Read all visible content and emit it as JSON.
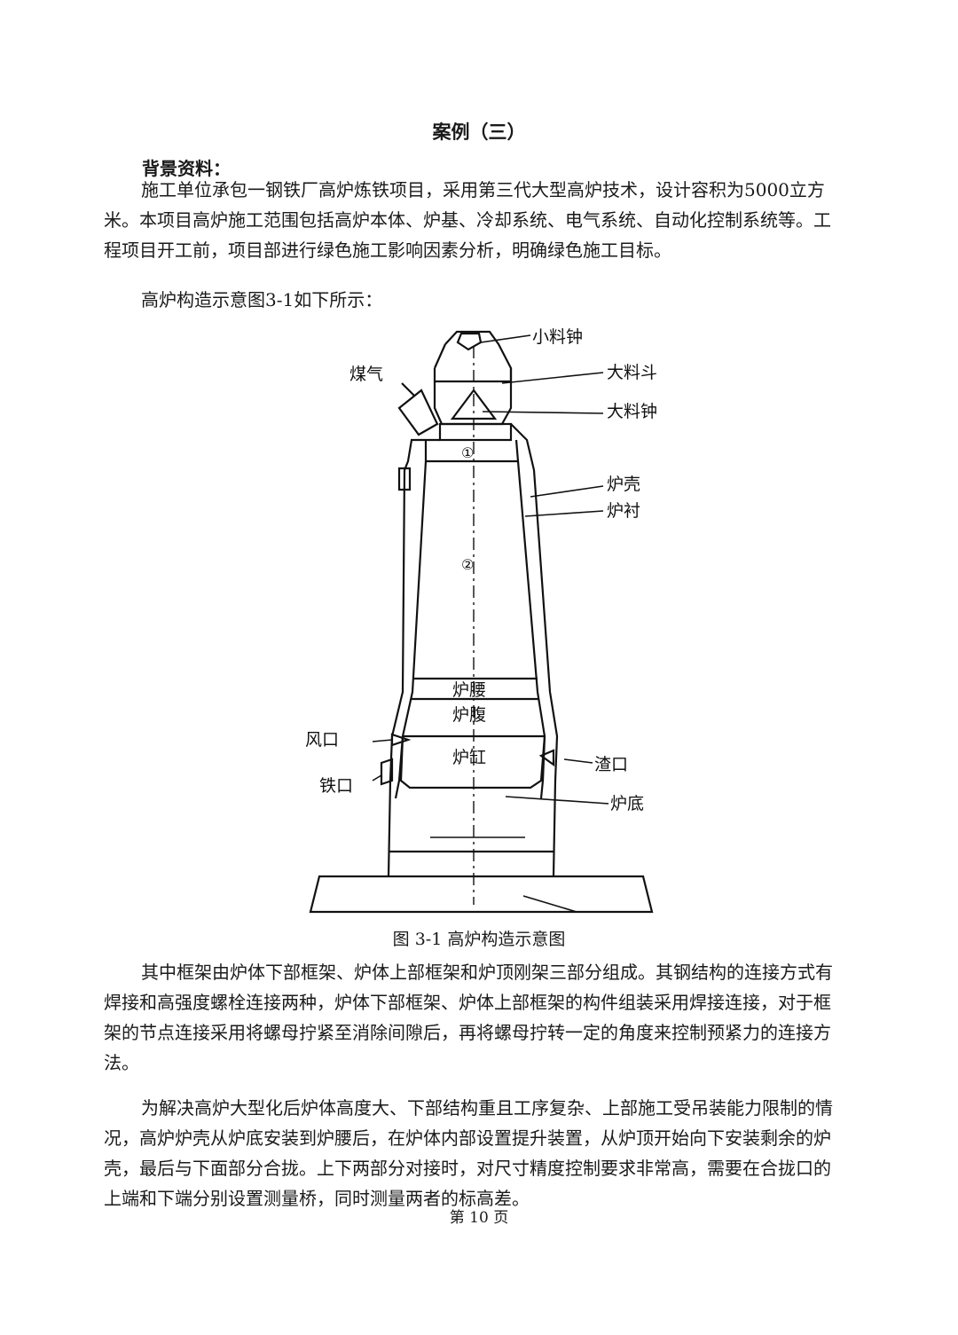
{
  "case_title": "案例（三）",
  "background_heading": "背景资料：",
  "intro": {
    "line1": "施工单位承包一钢铁厂高炉炼铁项目，采用第三代大型高炉技术，设计容积为5000立方",
    "line2": "米。本项目高炉施工范围包括高炉本体、炉基、冷却系统、电气系统、自动化控制系统等。工",
    "line3": "程项目开工前，项目部进行绿色施工影响因素分析，明确绿色施工目标。"
  },
  "figure_intro": "高炉构造示意图3-1如下所示：",
  "figure": {
    "caption": "图 3-1  高炉构造示意图",
    "labels": {
      "small_bell": "小料钟",
      "gas": "煤气",
      "big_hopper": "大料斗",
      "big_bell": "大料钟",
      "shell": "炉壳",
      "lining": "炉衬",
      "circle1": "①",
      "circle2": "②",
      "belly": "炉腰",
      "bosh": "炉腹",
      "tuyere": "风口",
      "hearth": "炉缸",
      "slag_notch": "渣口",
      "iron_notch": "铁口",
      "bottom": "炉底"
    }
  },
  "para2": {
    "line1": "其中框架由炉体下部框架、炉体上部框架和炉顶刚架三部分组成。其钢结构的连接方式有",
    "line2": "焊接和高强度螺栓连接两种，炉体下部框架、炉体上部框架的构件组装采用焊接连接，对于框",
    "line3": "架的节点连接采用将螺母拧紧至消除间隙后，再将螺母拧转一定的角度来控制预紧力的连接方",
    "line4": "法。"
  },
  "para3": {
    "line1": "为解决高炉大型化后炉体高度大、下部结构重且工序复杂、上部施工受吊装能力限制的情",
    "line2": "况，高炉炉壳从炉底安装到炉腰后，在炉体内部设置提升装置，从炉顶开始向下安装剩余的炉",
    "line3": "壳，最后与下面部分合拢。上下两部分对接时，对尺寸精度控制要求非常高，需要在合拢口的",
    "line4": "上端和下端分别设置测量桥，同时测量两者的标高差。"
  },
  "footer": "第 10 页"
}
